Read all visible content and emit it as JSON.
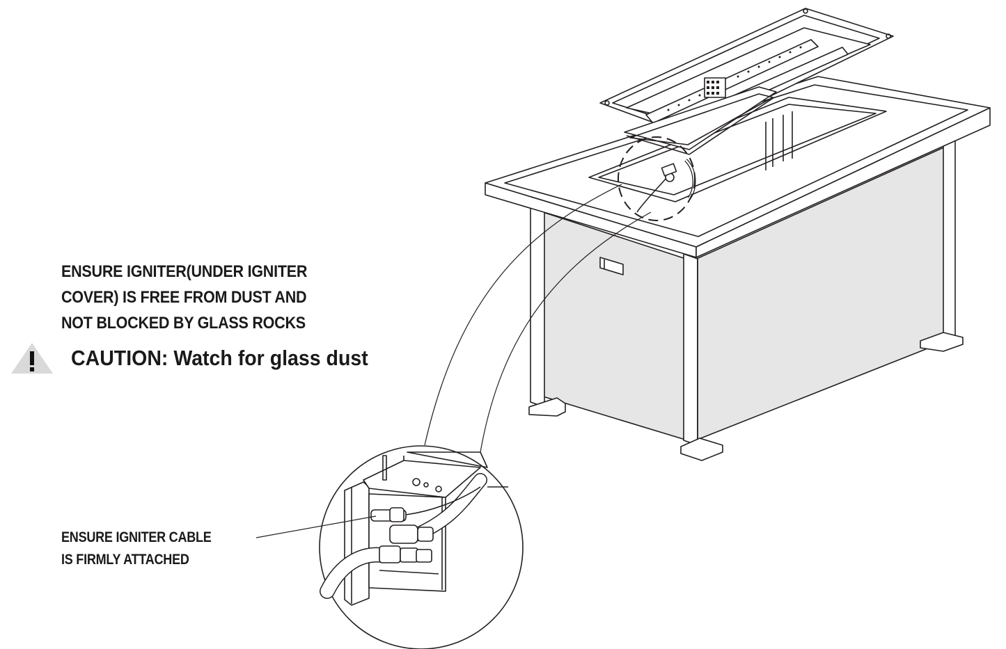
{
  "notes": {
    "igniter_clean": [
      "ENSURE IGNITER(UNDER IGNITER",
      "COVER) IS FREE FROM DUST AND",
      "NOT BLOCKED BY GLASS ROCKS"
    ],
    "caution_text": "CAUTION: Watch for glass dust",
    "caution_icon": "warning-triangle-icon",
    "cable": [
      "ENSURE IGNITER CABLE",
      "IS FIRMLY ATTACHED"
    ]
  },
  "colors": {
    "line": "#231f20",
    "table_fill": "#e6e6e7",
    "warning_fill": "#d9d9d9"
  }
}
